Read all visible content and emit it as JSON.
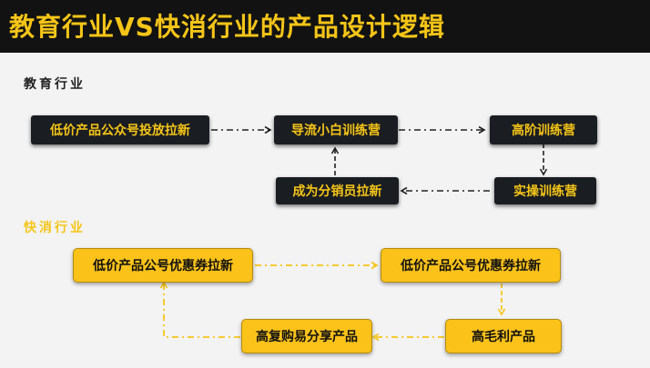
{
  "title": "教育行业VS快消行业的产品设计逻辑",
  "education": {
    "label": "教育行业",
    "nodes": {
      "lowcost": "低价产品公众号投放拉新",
      "beginner": "导流小白训练营",
      "advanced": "高阶训练营",
      "practice": "实操训练营",
      "distributor": "成为分销员拉新"
    }
  },
  "fmcg": {
    "label": "快消行业",
    "nodes": {
      "coupon_left": "低价产品公号优惠券拉新",
      "coupon_right": "低价产品公号优惠券拉新",
      "high_margin": "高毛利产品",
      "repurchase": "高复购易分享产品"
    }
  },
  "colors": {
    "accent": "#f5c518",
    "dark_box": "#1a1d22",
    "yellow_box": "#fbc21a",
    "header_bg": "#121212"
  }
}
